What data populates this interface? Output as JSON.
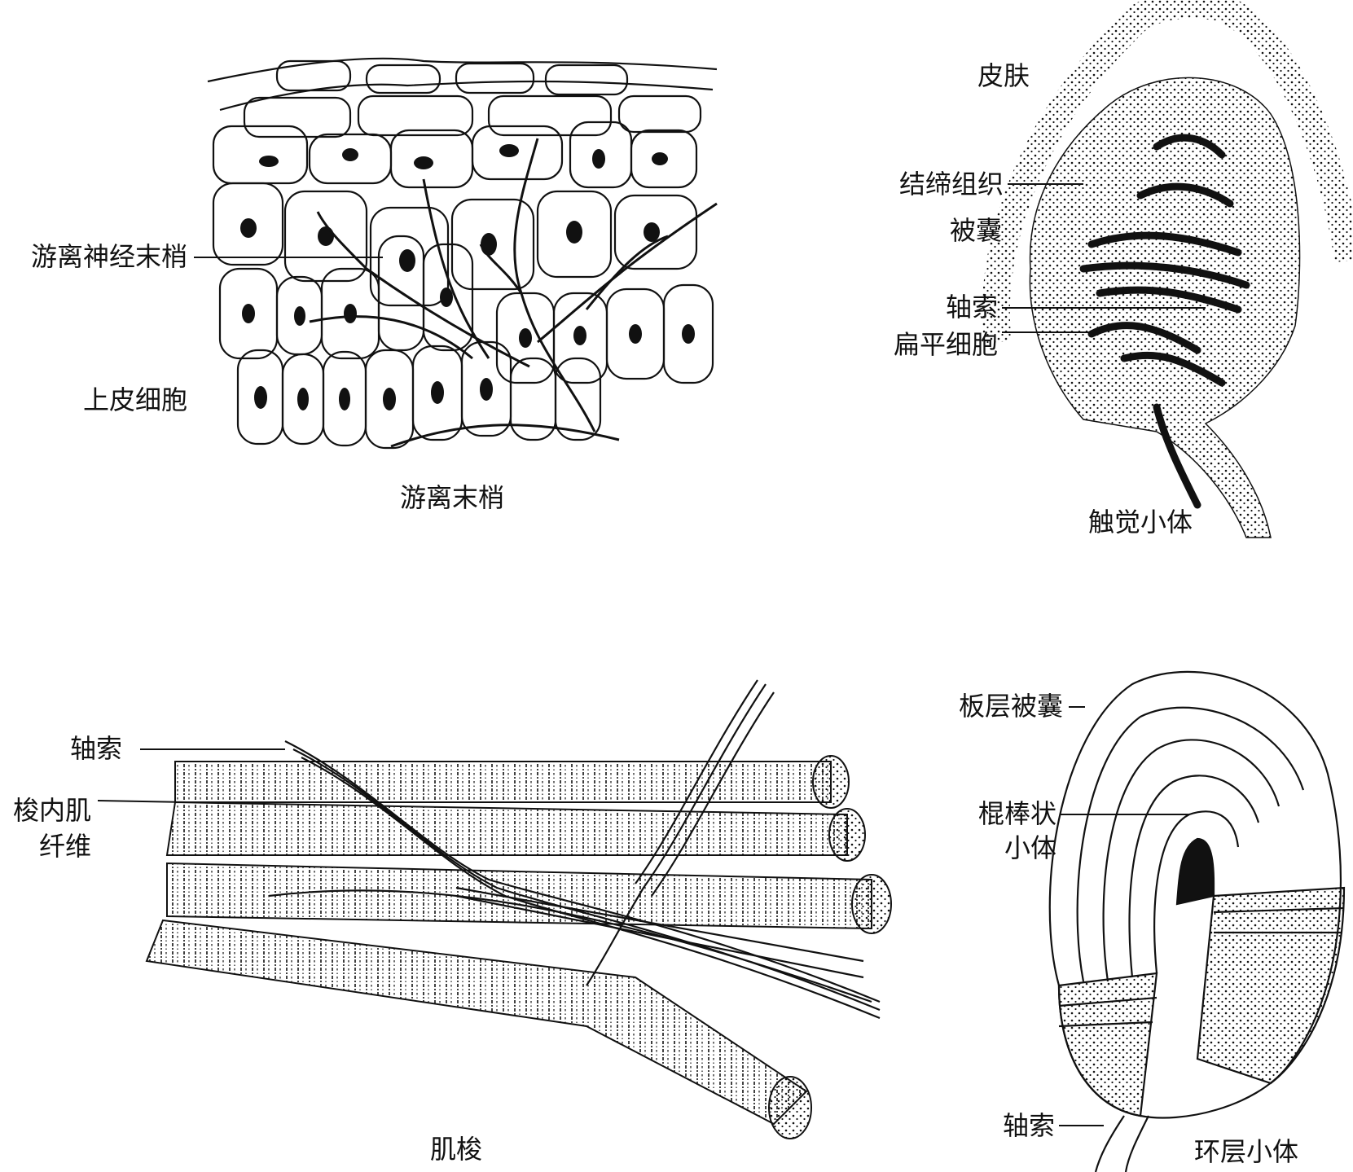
{
  "panels": {
    "free_endings": {
      "caption": "游离末梢",
      "labels": {
        "free_nerve_ending": "游离神经末梢",
        "epithelial_cell": "上皮细胞"
      }
    },
    "meissner": {
      "caption": "触觉小体",
      "labels": {
        "skin": "皮肤",
        "connective_tissue": "结缔组织",
        "capsule": "被囊",
        "axon": "轴索",
        "flat_cell": "扁平细胞"
      }
    },
    "spindle": {
      "caption": "肌梭",
      "labels": {
        "axon": "轴索",
        "intrafusal_line1": "梭内肌",
        "intrafusal_line2": "纤维"
      }
    },
    "pacinian": {
      "caption": "环层小体",
      "labels": {
        "lamellar_capsule": "板层被囊",
        "rod_line1": "棍棒状",
        "rod_line2": "小体",
        "axon": "轴索"
      }
    }
  },
  "colors": {
    "ink": "#111111",
    "background": "#ffffff"
  }
}
